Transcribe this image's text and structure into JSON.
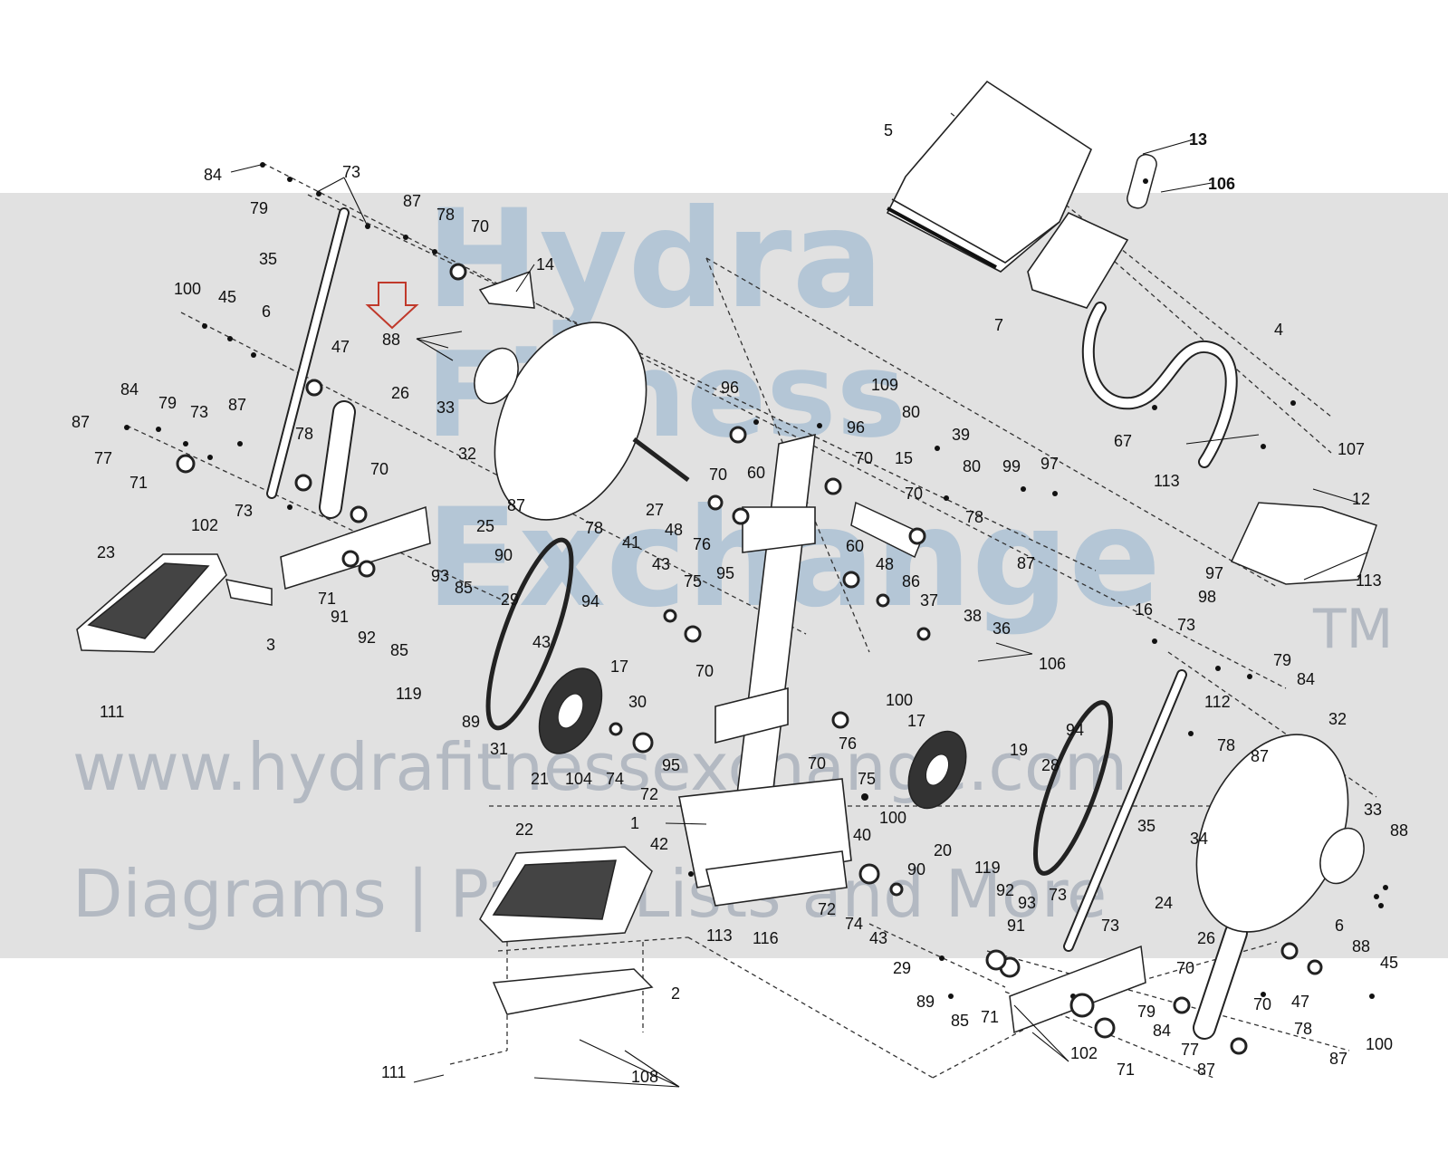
{
  "watermark": {
    "brand_lines": [
      "Hydra",
      "Fitness",
      "Exchange"
    ],
    "trademark": "TM",
    "url": "www.hydrafitnessexchange.com",
    "tagline": "Diagrams | Parts Lists and More",
    "band_color": "#c8c8c8",
    "brand_color": "#7fa7c9"
  },
  "highlight": {
    "arrow_color": "#c0392b",
    "highlighted_part": "88"
  },
  "callouts": [
    {
      "id": "c84a",
      "label": "84"
    },
    {
      "id": "c73a",
      "label": "73"
    },
    {
      "id": "c79a",
      "label": "79"
    },
    {
      "id": "c87a",
      "label": "87"
    },
    {
      "id": "c78a",
      "label": "78"
    },
    {
      "id": "c70a",
      "label": "70"
    },
    {
      "id": "c14",
      "label": "14"
    },
    {
      "id": "c35a",
      "label": "35"
    },
    {
      "id": "c100a",
      "label": "100"
    },
    {
      "id": "c45a",
      "label": "45"
    },
    {
      "id": "c6a",
      "label": "6"
    },
    {
      "id": "c88a",
      "label": "88"
    },
    {
      "id": "c47a",
      "label": "47"
    },
    {
      "id": "c84b",
      "label": "84"
    },
    {
      "id": "c79b",
      "label": "79"
    },
    {
      "id": "c73b",
      "label": "73"
    },
    {
      "id": "c87b",
      "label": "87"
    },
    {
      "id": "c26a",
      "label": "26"
    },
    {
      "id": "c33a",
      "label": "33"
    },
    {
      "id": "c87c",
      "label": "87"
    },
    {
      "id": "c77a",
      "label": "77"
    },
    {
      "id": "c78b",
      "label": "78"
    },
    {
      "id": "c32a",
      "label": "32"
    },
    {
      "id": "c71a",
      "label": "71"
    },
    {
      "id": "c70b",
      "label": "70"
    },
    {
      "id": "c73c",
      "label": "73"
    },
    {
      "id": "c102a",
      "label": "102"
    },
    {
      "id": "c25",
      "label": "25"
    },
    {
      "id": "c87d",
      "label": "87"
    },
    {
      "id": "c23",
      "label": "23"
    },
    {
      "id": "c93a",
      "label": "93"
    },
    {
      "id": "c71b",
      "label": "71"
    },
    {
      "id": "c85a",
      "label": "85"
    },
    {
      "id": "c90a",
      "label": "90"
    },
    {
      "id": "c29a",
      "label": "29"
    },
    {
      "id": "c91a",
      "label": "91"
    },
    {
      "id": "c92a",
      "label": "92"
    },
    {
      "id": "c3",
      "label": "3"
    },
    {
      "id": "c85b",
      "label": "85"
    },
    {
      "id": "c111a",
      "label": "111"
    },
    {
      "id": "c119a",
      "label": "119"
    },
    {
      "id": "c89a",
      "label": "89"
    },
    {
      "id": "c31",
      "label": "31"
    },
    {
      "id": "c43a",
      "label": "43"
    },
    {
      "id": "c78c",
      "label": "78"
    },
    {
      "id": "c41",
      "label": "41"
    },
    {
      "id": "c43b",
      "label": "43"
    },
    {
      "id": "c94a",
      "label": "94"
    },
    {
      "id": "c75a",
      "label": "75"
    },
    {
      "id": "c17a",
      "label": "17"
    },
    {
      "id": "c70c",
      "label": "70"
    },
    {
      "id": "c30",
      "label": "30"
    },
    {
      "id": "c21",
      "label": "21"
    },
    {
      "id": "c104",
      "label": "104"
    },
    {
      "id": "c74a",
      "label": "74"
    },
    {
      "id": "c72a",
      "label": "72"
    },
    {
      "id": "c95a",
      "label": "95"
    },
    {
      "id": "c96a",
      "label": "96"
    },
    {
      "id": "c109",
      "label": "109"
    },
    {
      "id": "c80a",
      "label": "80"
    },
    {
      "id": "c39",
      "label": "39"
    },
    {
      "id": "c96b",
      "label": "96"
    },
    {
      "id": "c70d",
      "label": "70"
    },
    {
      "id": "c15",
      "label": "15"
    },
    {
      "id": "c80b",
      "label": "80"
    },
    {
      "id": "c70e",
      "label": "70"
    },
    {
      "id": "c60a",
      "label": "60"
    },
    {
      "id": "c27",
      "label": "27"
    },
    {
      "id": "c48a",
      "label": "48"
    },
    {
      "id": "c76a",
      "label": "76"
    },
    {
      "id": "c70f",
      "label": "70"
    },
    {
      "id": "c95b",
      "label": "95"
    },
    {
      "id": "c60b",
      "label": "60"
    },
    {
      "id": "c48b",
      "label": "48"
    },
    {
      "id": "c86",
      "label": "86"
    },
    {
      "id": "c37",
      "label": "37"
    },
    {
      "id": "c38",
      "label": "38"
    },
    {
      "id": "c36",
      "label": "36"
    },
    {
      "id": "c106a",
      "label": "106"
    },
    {
      "id": "c5",
      "label": "5"
    },
    {
      "id": "c13",
      "label": "13"
    },
    {
      "id": "c106b",
      "label": "106"
    },
    {
      "id": "c7",
      "label": "7"
    },
    {
      "id": "c4",
      "label": "4"
    },
    {
      "id": "c67",
      "label": "67"
    },
    {
      "id": "c107",
      "label": "107"
    },
    {
      "id": "c99",
      "label": "99"
    },
    {
      "id": "c97a",
      "label": "97"
    },
    {
      "id": "c78d",
      "label": "78"
    },
    {
      "id": "c87e",
      "label": "87"
    },
    {
      "id": "c113a",
      "label": "113"
    },
    {
      "id": "c12",
      "label": "12"
    },
    {
      "id": "c97b",
      "label": "97"
    },
    {
      "id": "c98",
      "label": "98"
    },
    {
      "id": "c16",
      "label": "16"
    },
    {
      "id": "c113b",
      "label": "113"
    },
    {
      "id": "c73d",
      "label": "73"
    },
    {
      "id": "c79c",
      "label": "79"
    },
    {
      "id": "c84c",
      "label": "84"
    },
    {
      "id": "c100b",
      "label": "100"
    },
    {
      "id": "c17b",
      "label": "17"
    },
    {
      "id": "c94b",
      "label": "94"
    },
    {
      "id": "c112",
      "label": "112"
    },
    {
      "id": "c32b",
      "label": "32"
    },
    {
      "id": "c76b",
      "label": "76"
    },
    {
      "id": "c70g",
      "label": "70"
    },
    {
      "id": "c75b",
      "label": "75"
    },
    {
      "id": "c19",
      "label": "19"
    },
    {
      "id": "c28",
      "label": "28"
    },
    {
      "id": "c78e",
      "label": "78"
    },
    {
      "id": "c87f",
      "label": "87"
    },
    {
      "id": "c100c",
      "label": "100"
    },
    {
      "id": "c1",
      "label": "1"
    },
    {
      "id": "c40",
      "label": "40"
    },
    {
      "id": "c20",
      "label": "20"
    },
    {
      "id": "c35b",
      "label": "35"
    },
    {
      "id": "c34",
      "label": "34"
    },
    {
      "id": "c33b",
      "label": "33"
    },
    {
      "id": "c88b",
      "label": "88"
    },
    {
      "id": "c22",
      "label": "22"
    },
    {
      "id": "c42",
      "label": "42"
    },
    {
      "id": "c90b",
      "label": "90"
    },
    {
      "id": "c119b",
      "label": "119"
    },
    {
      "id": "c92b",
      "label": "92"
    },
    {
      "id": "c73e",
      "label": "73"
    },
    {
      "id": "c24",
      "label": "24"
    },
    {
      "id": "c72b",
      "label": "72"
    },
    {
      "id": "c74b",
      "label": "74"
    },
    {
      "id": "c93b",
      "label": "93"
    },
    {
      "id": "c91b",
      "label": "91"
    },
    {
      "id": "c73f",
      "label": "73"
    },
    {
      "id": "c113c",
      "label": "113"
    },
    {
      "id": "c116",
      "label": "116"
    },
    {
      "id": "c43c",
      "label": "43"
    },
    {
      "id": "c29b",
      "label": "29"
    },
    {
      "id": "c26b",
      "label": "26"
    },
    {
      "id": "c6b",
      "label": "6"
    },
    {
      "id": "c45b",
      "label": "45"
    },
    {
      "id": "c88c",
      "label": "88"
    },
    {
      "id": "c2",
      "label": "2"
    },
    {
      "id": "c89b",
      "label": "89"
    },
    {
      "id": "c70h",
      "label": "70"
    },
    {
      "id": "c47b",
      "label": "47"
    },
    {
      "id": "c100d",
      "label": "100"
    },
    {
      "id": "c85c",
      "label": "85"
    },
    {
      "id": "c71c",
      "label": "71"
    },
    {
      "id": "c79d",
      "label": "79"
    },
    {
      "id": "c84d",
      "label": "84"
    },
    {
      "id": "c70i",
      "label": "70"
    },
    {
      "id": "c78f",
      "label": "78"
    },
    {
      "id": "c102b",
      "label": "102"
    },
    {
      "id": "c77b",
      "label": "77"
    },
    {
      "id": "c87g",
      "label": "87"
    },
    {
      "id": "c71d",
      "label": "71"
    },
    {
      "id": "c87h",
      "label": "87"
    },
    {
      "id": "c111b",
      "label": "111"
    },
    {
      "id": "c108",
      "label": "108"
    }
  ]
}
